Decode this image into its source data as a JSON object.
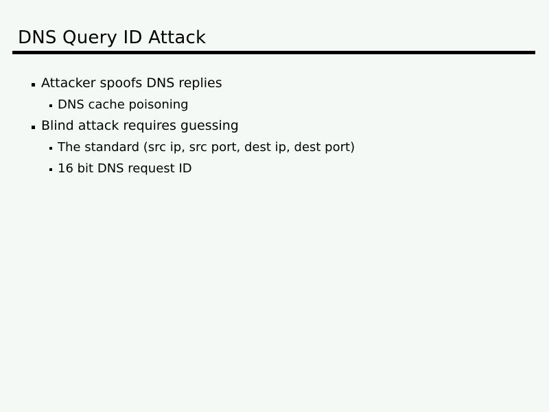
{
  "slide": {
    "title": "DNS Query ID Attack",
    "colors": {
      "background": "#f5f9f6",
      "text": "#000000",
      "rule": "#000000"
    },
    "bullets": [
      {
        "level": 1,
        "text": "Attacker spoofs DNS replies",
        "marker": "square-bullet"
      },
      {
        "level": 2,
        "text": "DNS cache poisoning",
        "marker": "square-bullet"
      },
      {
        "level": 1,
        "text": "Blind attack requires guessing",
        "marker": "square-bullet"
      },
      {
        "level": 2,
        "text": "The standard (src ip, src port, dest ip, dest port)",
        "marker": "square-bullet"
      },
      {
        "level": 2,
        "text": "16 bit DNS request ID",
        "marker": "square-bullet"
      }
    ]
  }
}
